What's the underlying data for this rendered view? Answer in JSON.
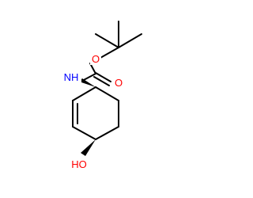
{
  "atoms": {
    "ether_oxygen": {
      "text": "O",
      "color": "#ff0000"
    },
    "carbonyl_oxygen": {
      "text": "O",
      "color": "#ff0000"
    },
    "amine": {
      "text": "NH",
      "color": "#0000ff"
    },
    "hydroxyl": {
      "text": "HO",
      "color": "#ff0000"
    }
  }
}
